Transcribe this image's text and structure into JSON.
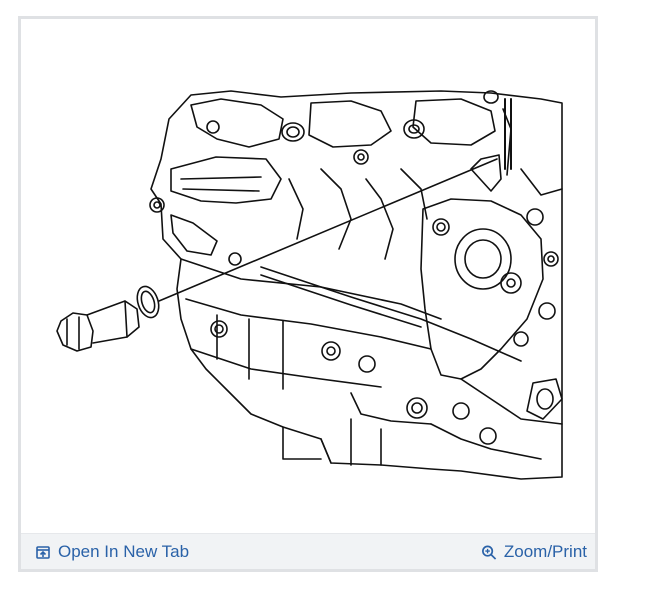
{
  "footer": {
    "open_label": "Open In New Tab",
    "open_icon": "open-in-new-tab-icon",
    "zoom_label": "Zoom/Print",
    "zoom_icon": "magnifier-icon",
    "link_color": "#2a62a8"
  },
  "image": {
    "alt": "Engine block diagram with plug and seal ring"
  }
}
